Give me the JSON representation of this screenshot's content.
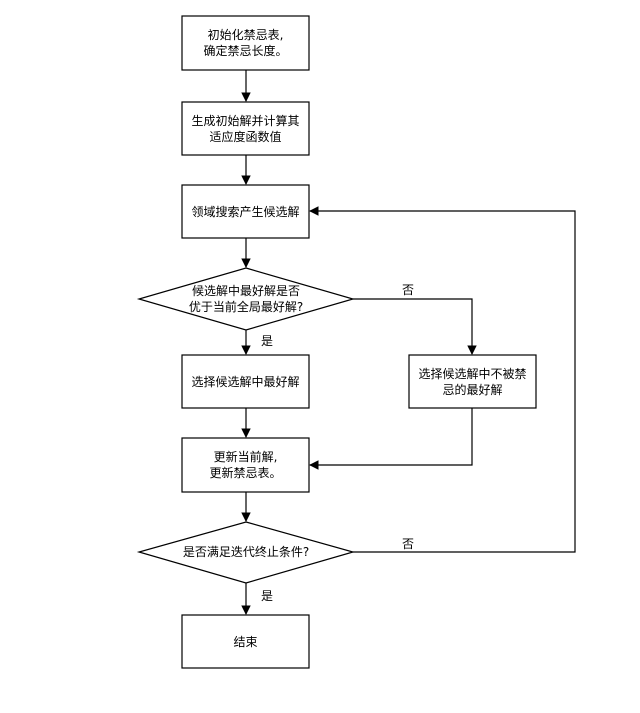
{
  "diagram": {
    "nodes": {
      "init_tabu": "初始化禁忌表,\n确定禁忌长度。",
      "gen_initial": "生成初始解并计算其\n适应度函数值",
      "neighborhood": "领域搜索产生候选解",
      "decision_better": "候选解中最好解是否\n优于当前全局最好解?",
      "select_best": "选择候选解中最好解",
      "select_non_tabu": "选择候选解中不被禁\n忌的最好解",
      "update": "更新当前解,\n更新禁忌表。",
      "decision_stop": "是否满足迭代终止条件?",
      "end": "结束"
    },
    "edge_labels": {
      "better_yes": "是",
      "better_no": "否",
      "stop_yes": "是",
      "stop_no": "否"
    },
    "colors": {
      "stroke": "#000000",
      "fill": "#ffffff",
      "text": "#000000"
    }
  }
}
